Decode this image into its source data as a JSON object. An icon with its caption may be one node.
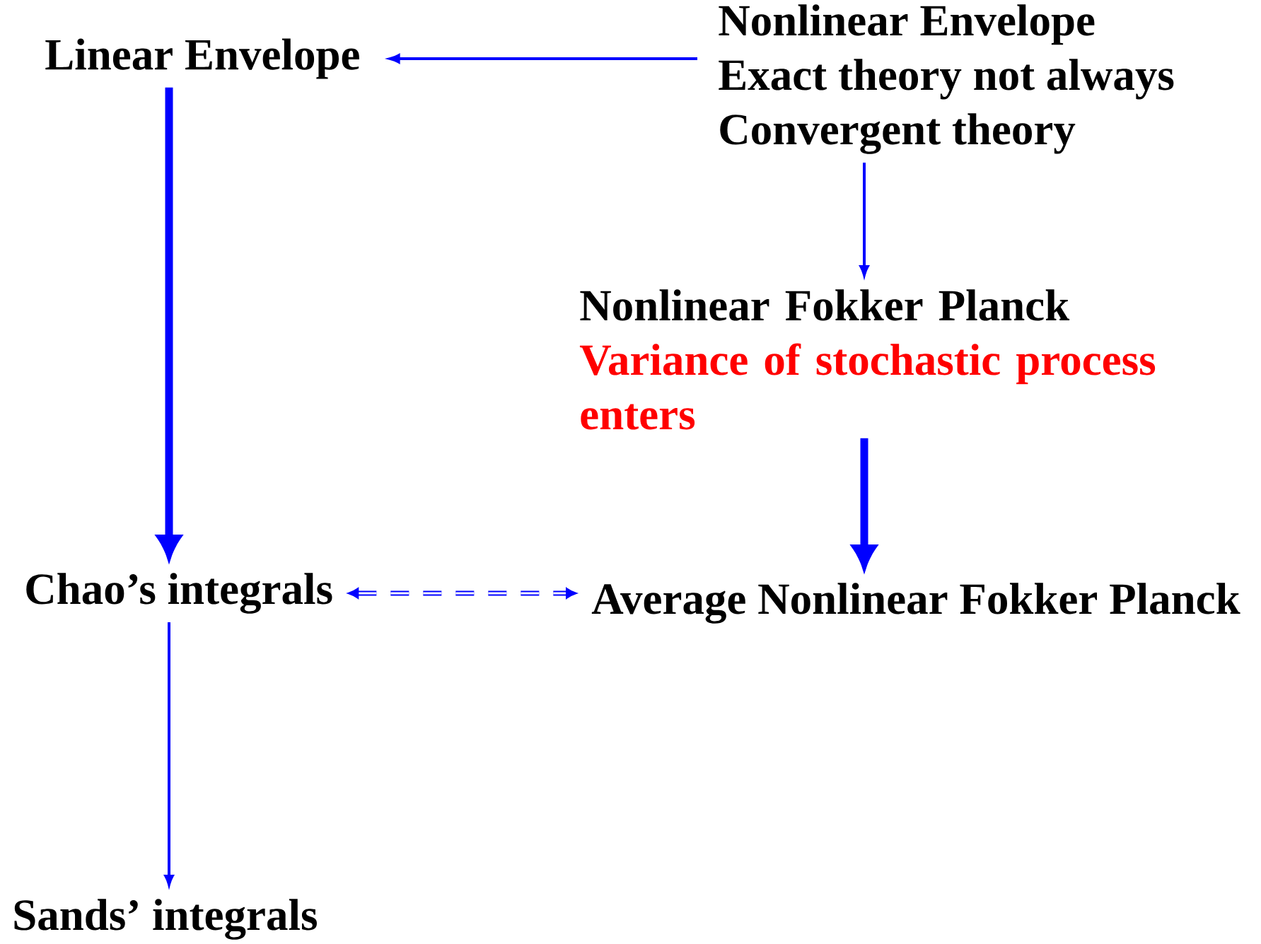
{
  "diagram": {
    "nodes": [
      {
        "text": [
          "Linear Envelope"
        ]
      },
      {
        "text": [
          "Nonlinear Envelope",
          "Exact theory not always",
          "Convergent theory"
        ]
      },
      {
        "text": [
          "Nonlinear Fokker Planck",
          "Variance of stochastic process enters"
        ]
      },
      {
        "text": [
          "Average Nonlinear Fokker Planck"
        ]
      },
      {
        "text": [
          "Chao’s integrals"
        ]
      },
      {
        "text": [
          "Sands’ integrals"
        ]
      }
    ],
    "edges": [
      {
        "from": 1,
        "to": 0,
        "arrow": "to"
      },
      {
        "from": 1,
        "to": 2,
        "arrow": "to"
      },
      {
        "from": 0,
        "to": 4,
        "arrow": "to",
        "style": "thick"
      },
      {
        "from": 2,
        "to": 3,
        "arrow": "to",
        "style": "thick"
      },
      {
        "from": 4,
        "to": 3,
        "arrow": "both",
        "style": "dashed"
      },
      {
        "from": 4,
        "to": 5,
        "arrow": "to"
      }
    ]
  }
}
